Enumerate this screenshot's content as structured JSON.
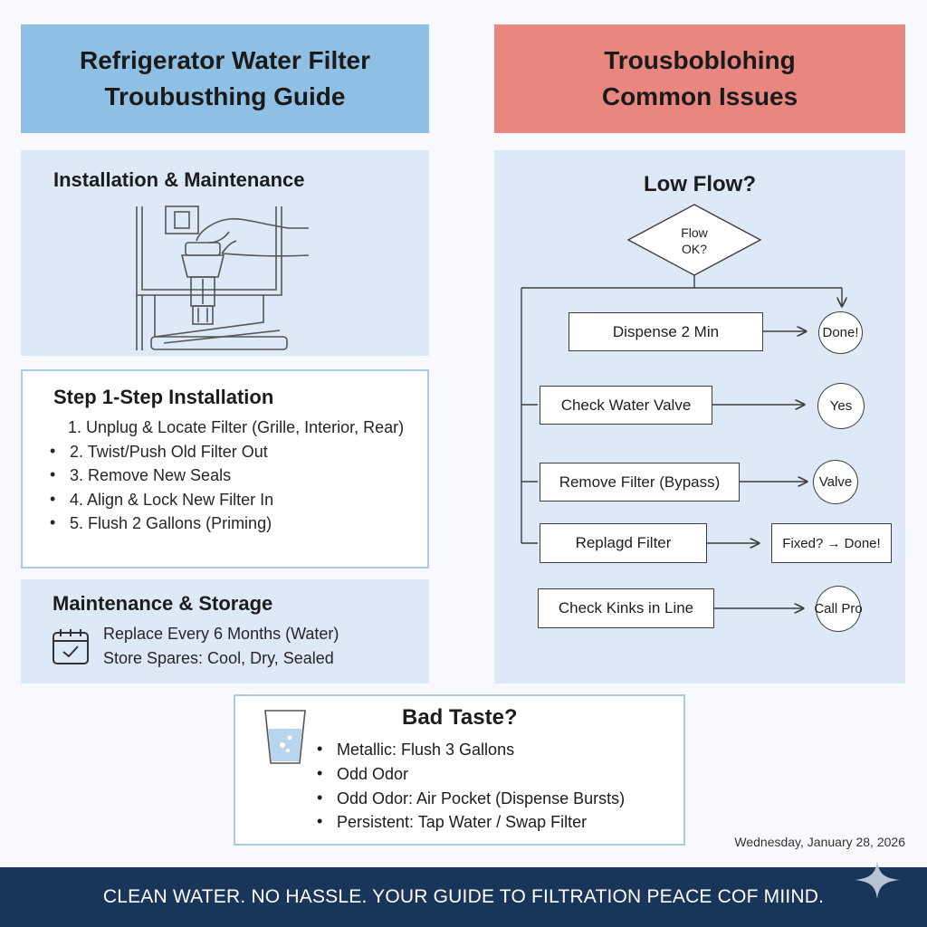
{
  "header_left": {
    "line1": "Refrigerator Water Filter",
    "line2": "Troubusthing Guide"
  },
  "header_right": {
    "line1": "Trousboblohing",
    "line2": "Common Issues"
  },
  "installation": {
    "title": "Installation & Maintenance"
  },
  "steps": {
    "title": "Step 1-Step Installation",
    "items": [
      "1. Unplug & Locate Filter (Grille, Interior, Rear)",
      "2. Twist/Push Old Filter Out",
      "3. Remove New Seals",
      "4. Align & Lock New Filter In",
      "5. Flush 2 Gallons (Priming)"
    ]
  },
  "storage": {
    "title": "Maintenance & Storage",
    "line1": "Replace Every 6 Months (Water)",
    "line2": "Store Spares: Cool, Dry, Sealed",
    "icon": "calendar-icon"
  },
  "flowchart": {
    "title": "Low Flow?",
    "decision": {
      "line1": "Flow",
      "line2": "OK?"
    },
    "rows": [
      {
        "action": "Dispense 2 Min",
        "result": "Done!"
      },
      {
        "action": "Check Water Valve",
        "result": "Yes"
      },
      {
        "action": "Remove Filter (Bypass)",
        "result": "Valve"
      },
      {
        "action": "Replagd Filter",
        "result": "Fixed? → Done!"
      },
      {
        "action": "Check Kinks in Line",
        "result": "Call Pro"
      }
    ]
  },
  "taste": {
    "title": "Bad Taste?",
    "items": [
      "Metallic: Flush 3 Gallons",
      "Odd Odor",
      "Odd Odor: Air Pocket (Dispense Bursts)",
      "Persistent: Tap Water / Swap Filter"
    ],
    "icon": "water-glass-icon"
  },
  "date": "Wednesday, January 28, 2026",
  "footer": "CLEAN WATER. NO HASSLE. YOUR GUIDE TO FILTRATION PEACE COF MIIND.",
  "colors": {
    "header_left_bg": "#8fbfe2",
    "header_right_bg": "#e8877f",
    "panel_bg": "#dde9f6",
    "footer_bg": "#19365a"
  }
}
